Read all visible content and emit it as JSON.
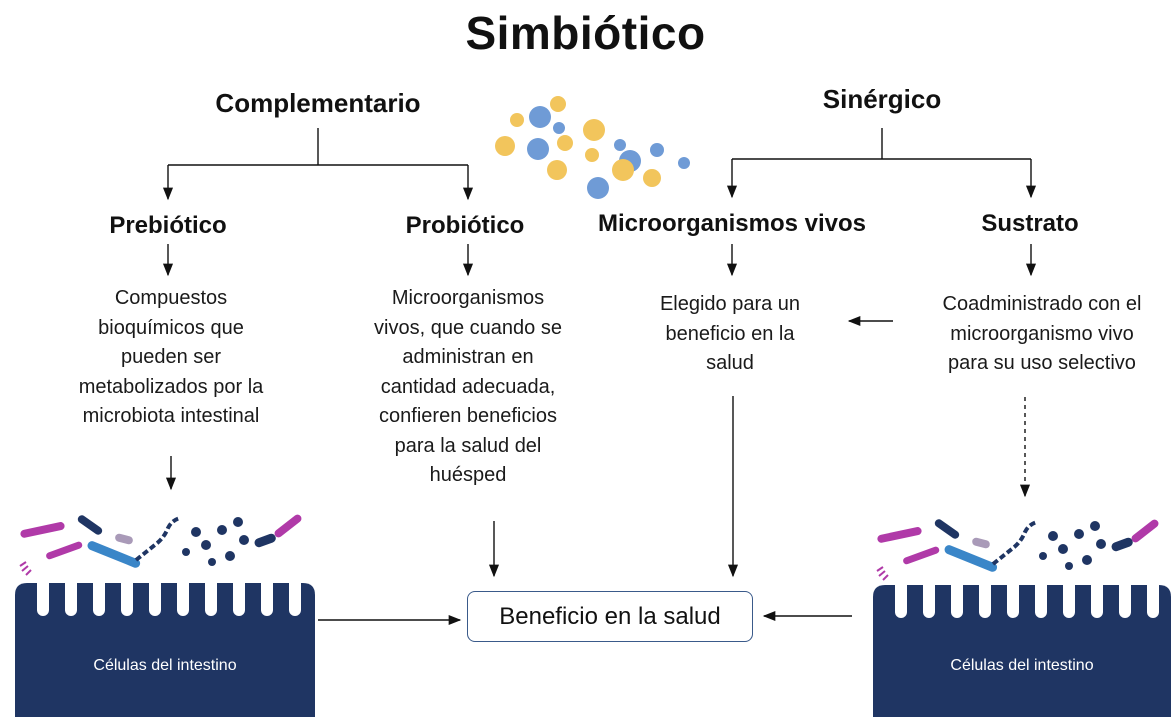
{
  "title": "Simbiótico",
  "branches": {
    "left": "Complementario",
    "right": "Sinérgico"
  },
  "nodes": {
    "prebiotico": {
      "label": "Prebiótico",
      "desc": [
        "Compuestos",
        "bioquímicos que",
        "pueden ser",
        "metabolizados por la",
        "microbiota intestinal"
      ]
    },
    "probiotico": {
      "label": "Probiótico",
      "desc": [
        "Microorganismos",
        "vivos, que cuando se",
        "administran en",
        "cantidad adecuada,",
        "confieren beneficios",
        "para la salud del",
        "huésped"
      ]
    },
    "microorganismos": {
      "label": "Microorganismos vivos",
      "desc": [
        "Elegido para un",
        "beneficio en la",
        "salud"
      ]
    },
    "sustrato": {
      "label": "Sustrato",
      "desc": [
        "Coadministrado con el",
        "microorganismo vivo",
        "para su uso selectivo"
      ]
    }
  },
  "outcome": "Beneficio en la salud",
  "gut": {
    "left_label": "Células del intestino",
    "right_label": "Células del intestino"
  },
  "colors": {
    "gut_blue": "#1f3563",
    "bubble_blue": "#6f9bd6",
    "bubble_yellow": "#f2c55c",
    "magenta": "#b03aa8",
    "cyan": "#3a86c8",
    "lavender": "#a99ab8"
  }
}
